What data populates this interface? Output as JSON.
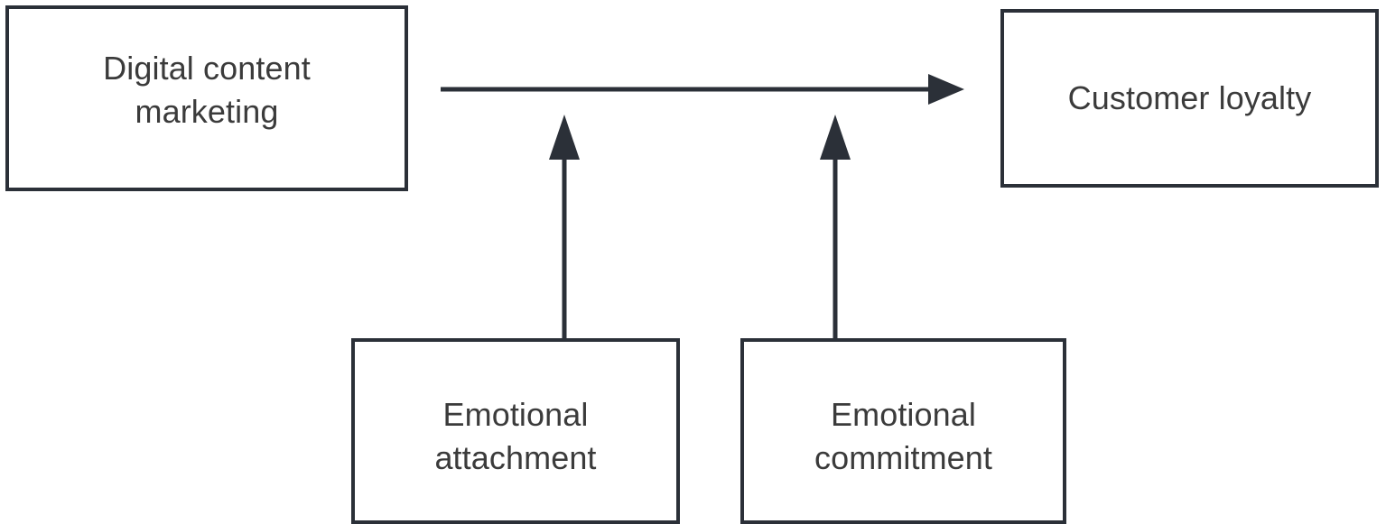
{
  "diagram": {
    "type": "conceptual-model",
    "background_color": "#ffffff",
    "stroke_color": "#2b3038",
    "text_color": "#3b3b3b",
    "nodes": [
      {
        "id": "digital-content-marketing",
        "label": "Digital content\nmarketing",
        "shape": "rectangle"
      },
      {
        "id": "customer-loyalty",
        "label": "Customer loyalty",
        "shape": "rectangle"
      },
      {
        "id": "emotional-attachment",
        "label": "Emotional\nattachment",
        "shape": "rectangle"
      },
      {
        "id": "emotional-commitment",
        "label": "Emotional\ncommitment",
        "shape": "rectangle"
      }
    ],
    "edges": [
      {
        "id": "dcm-to-loyalty",
        "from": "digital-content-marketing",
        "to": "customer-loyalty",
        "direction": "right",
        "arrowhead": "solid-triangle",
        "label": ""
      },
      {
        "id": "attachment-to-path",
        "from": "emotional-attachment",
        "to": "dcm-to-loyalty",
        "direction": "up",
        "arrowhead": "solid-triangle",
        "label": ""
      },
      {
        "id": "commitment-to-path",
        "from": "emotional-commitment",
        "to": "dcm-to-loyalty",
        "direction": "up",
        "arrowhead": "solid-triangle",
        "label": ""
      }
    ]
  }
}
